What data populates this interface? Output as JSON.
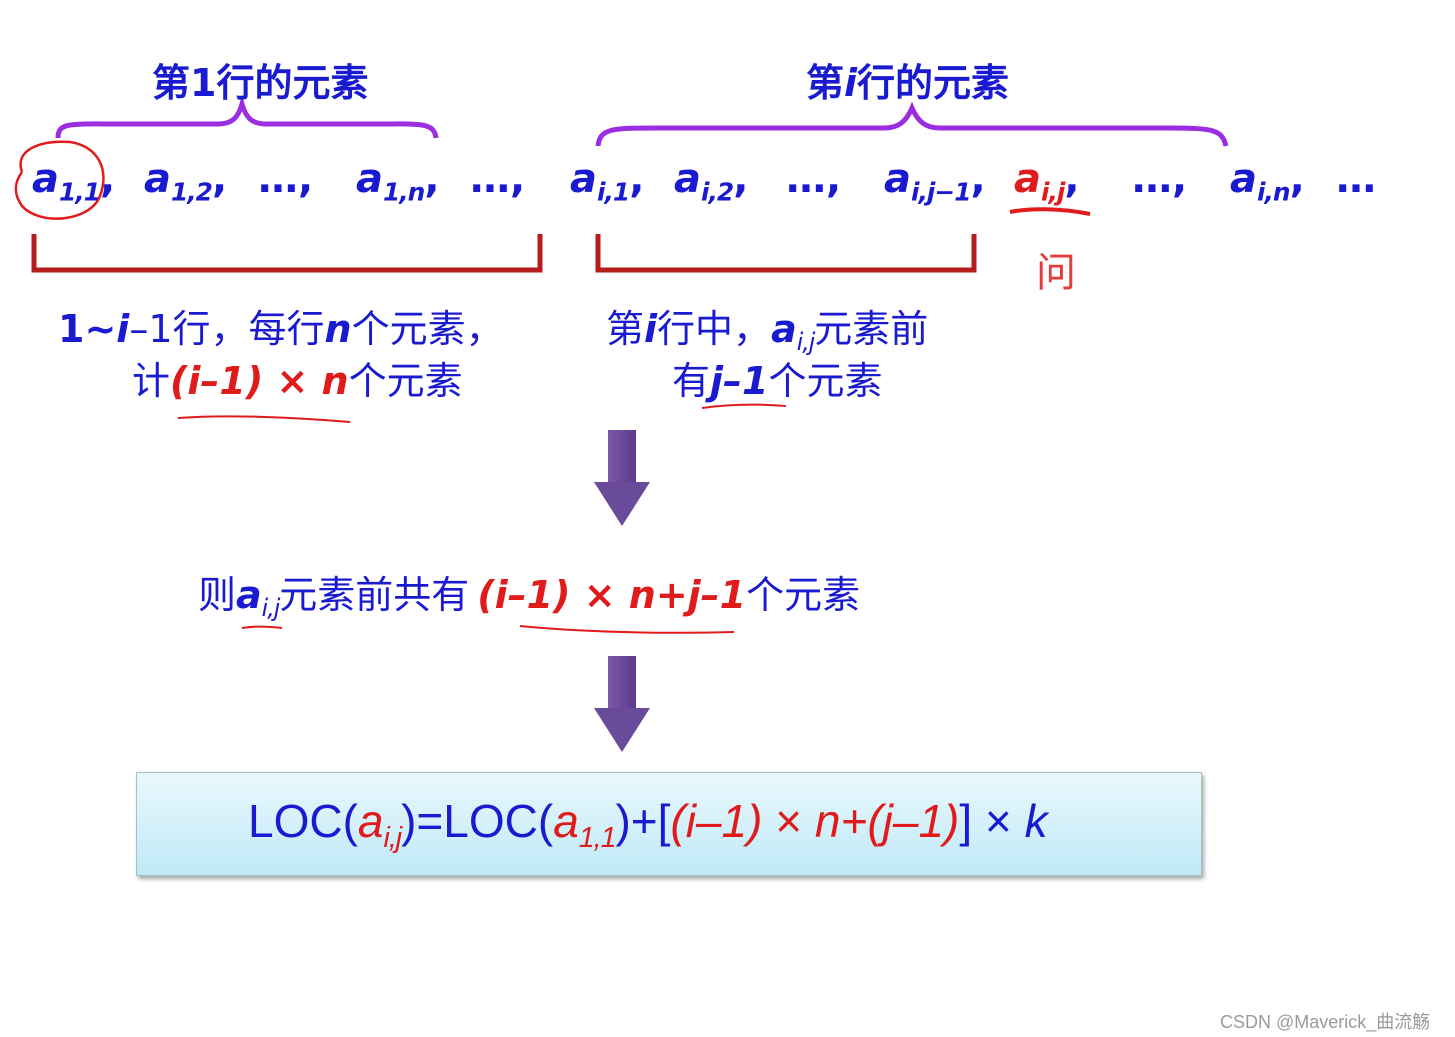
{
  "labels": {
    "row1_head": "第",
    "row1_num": "1",
    "row1_tail": "行的元素",
    "rowi_head": "第",
    "rowi_var": "i",
    "rowi_tail": "行的元素"
  },
  "sequence": {
    "a": "a",
    "s11": "1,1",
    "s12": "1,2",
    "s1n": "1,n",
    "si1": "i,1",
    "si2": "i,2",
    "sijm1": "i,j−1",
    "sij": "i,j",
    "sin": "i,n",
    "comma": ",",
    "ellipsis": "…,",
    "ellipsis_last": "…"
  },
  "annotations": {
    "handwritten_mark": "问"
  },
  "notes": {
    "left_line1_a": "1~",
    "left_line1_i": "i",
    "left_line1_b": "–1行，每行",
    "left_line1_n": "n",
    "left_line1_c": "个元素，",
    "left_line2_a": "计",
    "left_line2_expr": "(i–1) × n",
    "left_line2_b": "个元素",
    "right_line1_a": "第",
    "right_line1_i": "i",
    "right_line1_b": "行中，",
    "right_line1_elem": "a",
    "right_line1_sub": "i,j",
    "right_line1_c": "元素前",
    "right_line2_a": "有",
    "right_line2_expr": "j–1",
    "right_line2_b": "个元素"
  },
  "conclusion": {
    "prefix": "则",
    "elem": "a",
    "sub": "i,j",
    "mid": "元素前共有",
    "expr": "(i–1) × n+j–1",
    "suffix": "个元素"
  },
  "formula": {
    "loc1": "LOC(",
    "elem": "a",
    "sub": "i,j",
    "eq": ")=LOC(",
    "elem2": "a",
    "sub2": "1,1",
    "plus": ")+[",
    "expr1": "(i–1)",
    "times": " × ",
    "expr2": "n+(j–1)",
    "close": "] × ",
    "k": "k"
  },
  "watermark": "CSDN @Maverick_曲流觞",
  "colors": {
    "blue": "#1a1ad0",
    "red": "#e01b1b",
    "purple_brace": "#9a2ee0",
    "red_bracket": "#b51d1d",
    "arrow": "#6a4a9a"
  }
}
